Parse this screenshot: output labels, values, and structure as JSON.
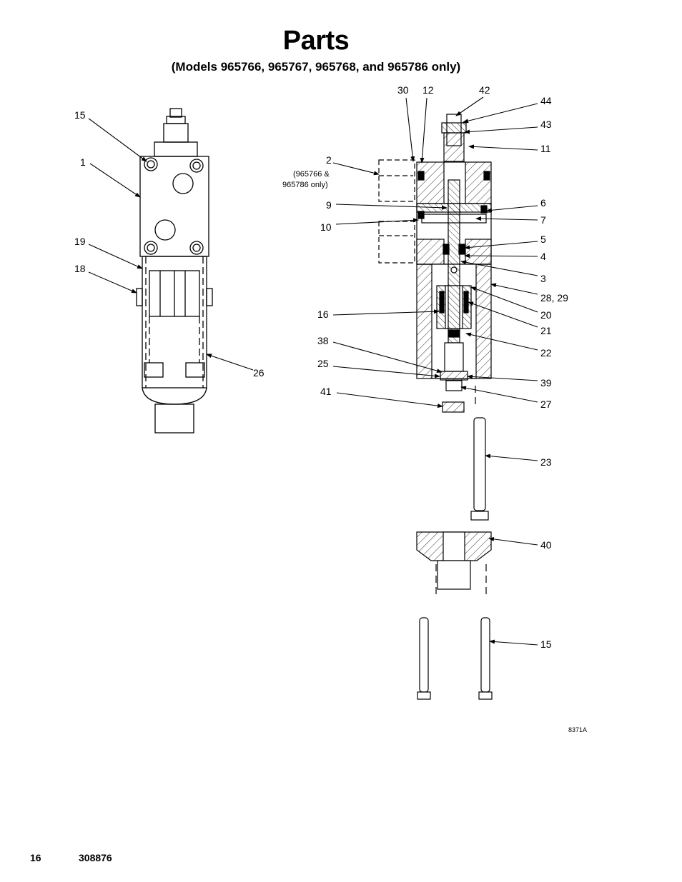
{
  "page": {
    "title": "Parts",
    "subtitle": "(Models 965766, 965767,  965768, and 965786 only)",
    "page_number": "16",
    "document_number": "308876",
    "figure_code": "8371A"
  },
  "callouts": {
    "left": [
      "15",
      "1",
      "19",
      "18",
      "26"
    ],
    "right": [
      "30",
      "12",
      "42",
      "44",
      "43",
      "11",
      "2",
      "6",
      "9",
      "7",
      "10",
      "5",
      "4",
      "3",
      "28, 29",
      "16",
      "20",
      "21",
      "38",
      "22",
      "25",
      "39",
      "41",
      "27",
      "23",
      "40",
      "15"
    ],
    "note_line1": "(965766 &",
    "note_line2": "965786 only)"
  }
}
